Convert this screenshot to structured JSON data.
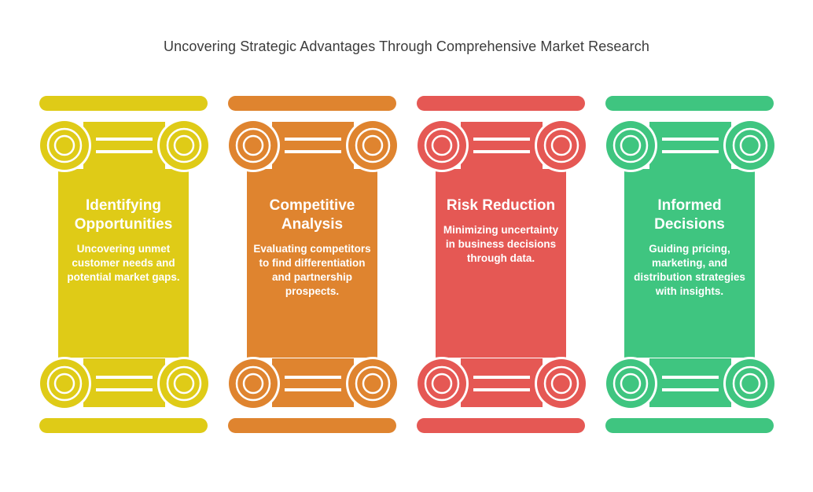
{
  "title": "Uncovering Strategic Advantages Through Comprehensive Market Research",
  "pillars": [
    {
      "heading": "Identifying Opportunities",
      "description": "Uncovering unmet customer needs and potential market gaps.",
      "color": "#dfcb17"
    },
    {
      "heading": "Competitive Analysis",
      "description": "Evaluating competitors to find differentiation and partnership prospects.",
      "color": "#df842f"
    },
    {
      "heading": "Risk Reduction",
      "description": "Minimizing uncertainty in business decisions through data.",
      "color": "#e55854"
    },
    {
      "heading": "Informed Decisions",
      "description": "Guiding pricing, marketing, and distribution strategies with insights.",
      "color": "#3fc580"
    }
  ]
}
